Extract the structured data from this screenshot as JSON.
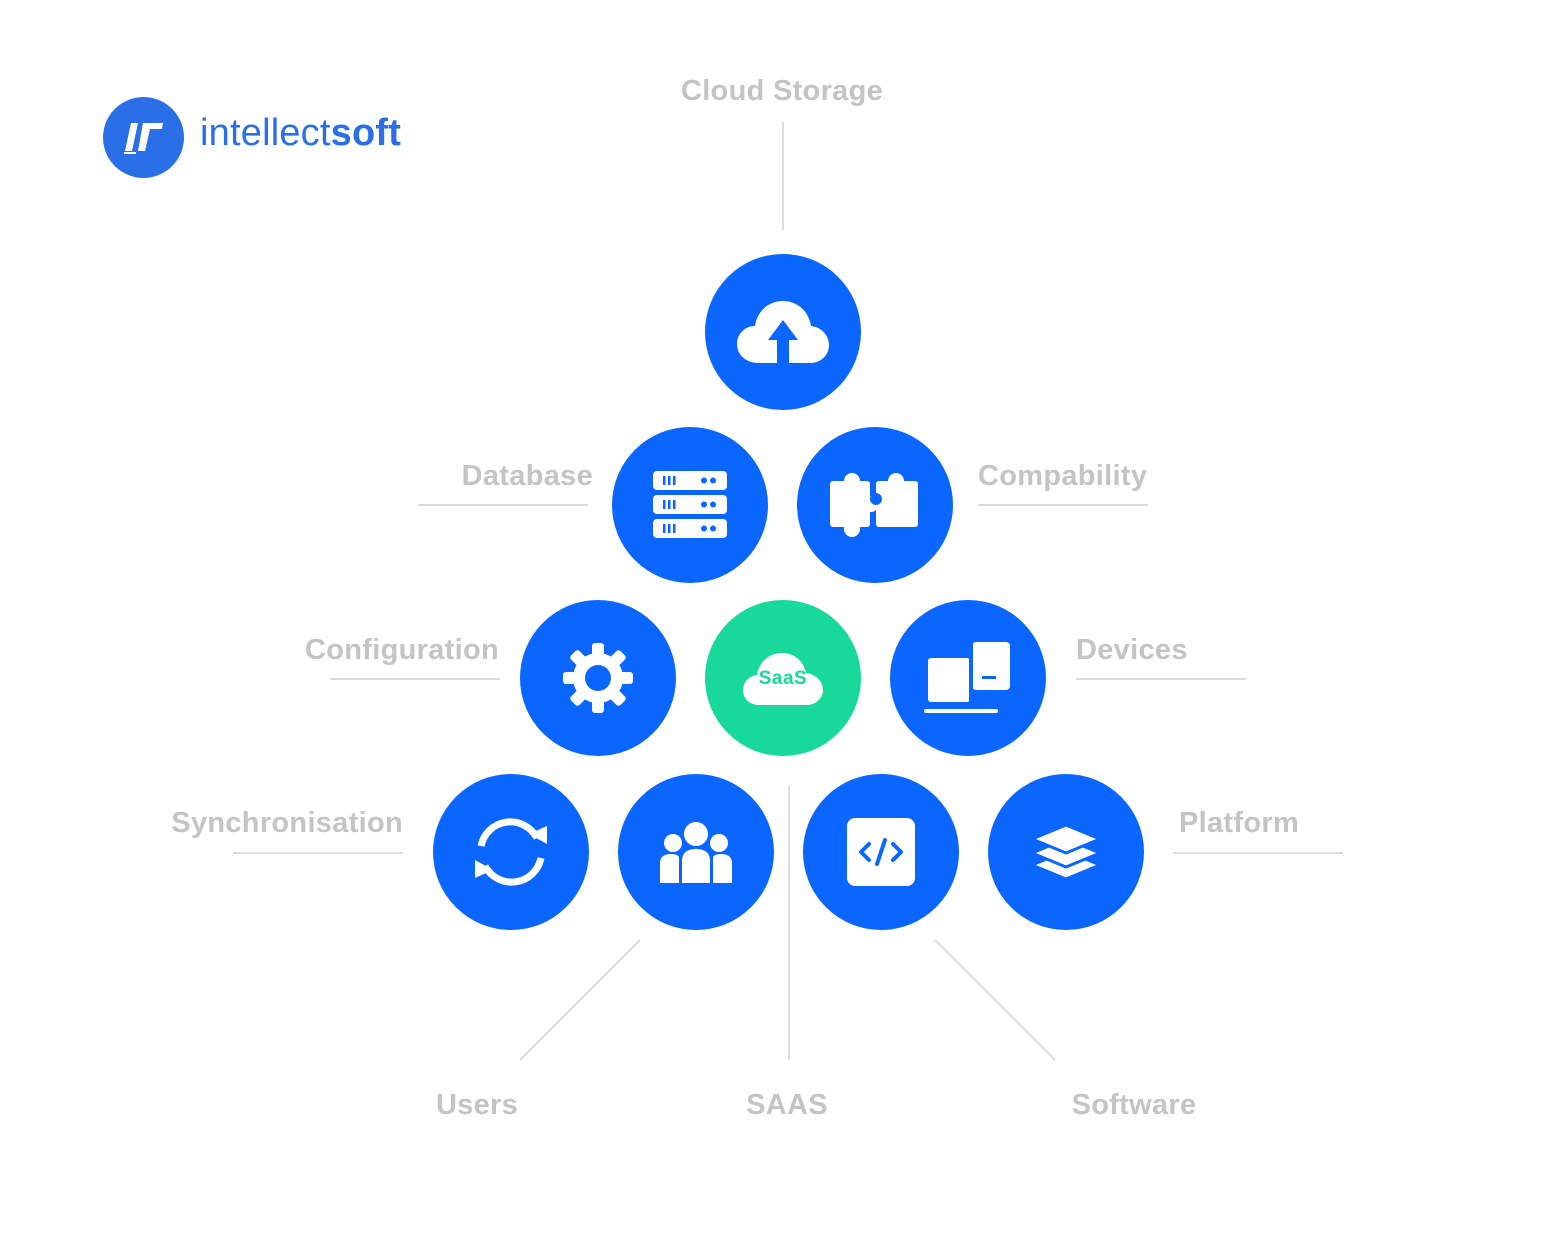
{
  "brand": {
    "name_light": "intellect",
    "name_bold": "soft",
    "color": "#2b6fe8"
  },
  "colors": {
    "node_blue": "#0a66ff",
    "node_green": "#18d99a",
    "label_gray": "#c4c4c4",
    "line_gray": "#dcdcdc"
  },
  "labels": {
    "cloud_storage": "Cloud Storage",
    "database": "Database",
    "compability": "Compability",
    "configuration": "Configuration",
    "devices": "Devices",
    "synchronisation": "Synchronisation",
    "platform": "Platform",
    "users": "Users",
    "saas": "SAAS",
    "software": "Software"
  },
  "center_badge": "SaaS",
  "icons": [
    "cloud-upload-icon",
    "server-rack-icon",
    "puzzle-icon",
    "gear-icon",
    "saas-cloud-icon",
    "devices-icon",
    "sync-icon",
    "users-icon",
    "code-icon",
    "layers-icon"
  ]
}
